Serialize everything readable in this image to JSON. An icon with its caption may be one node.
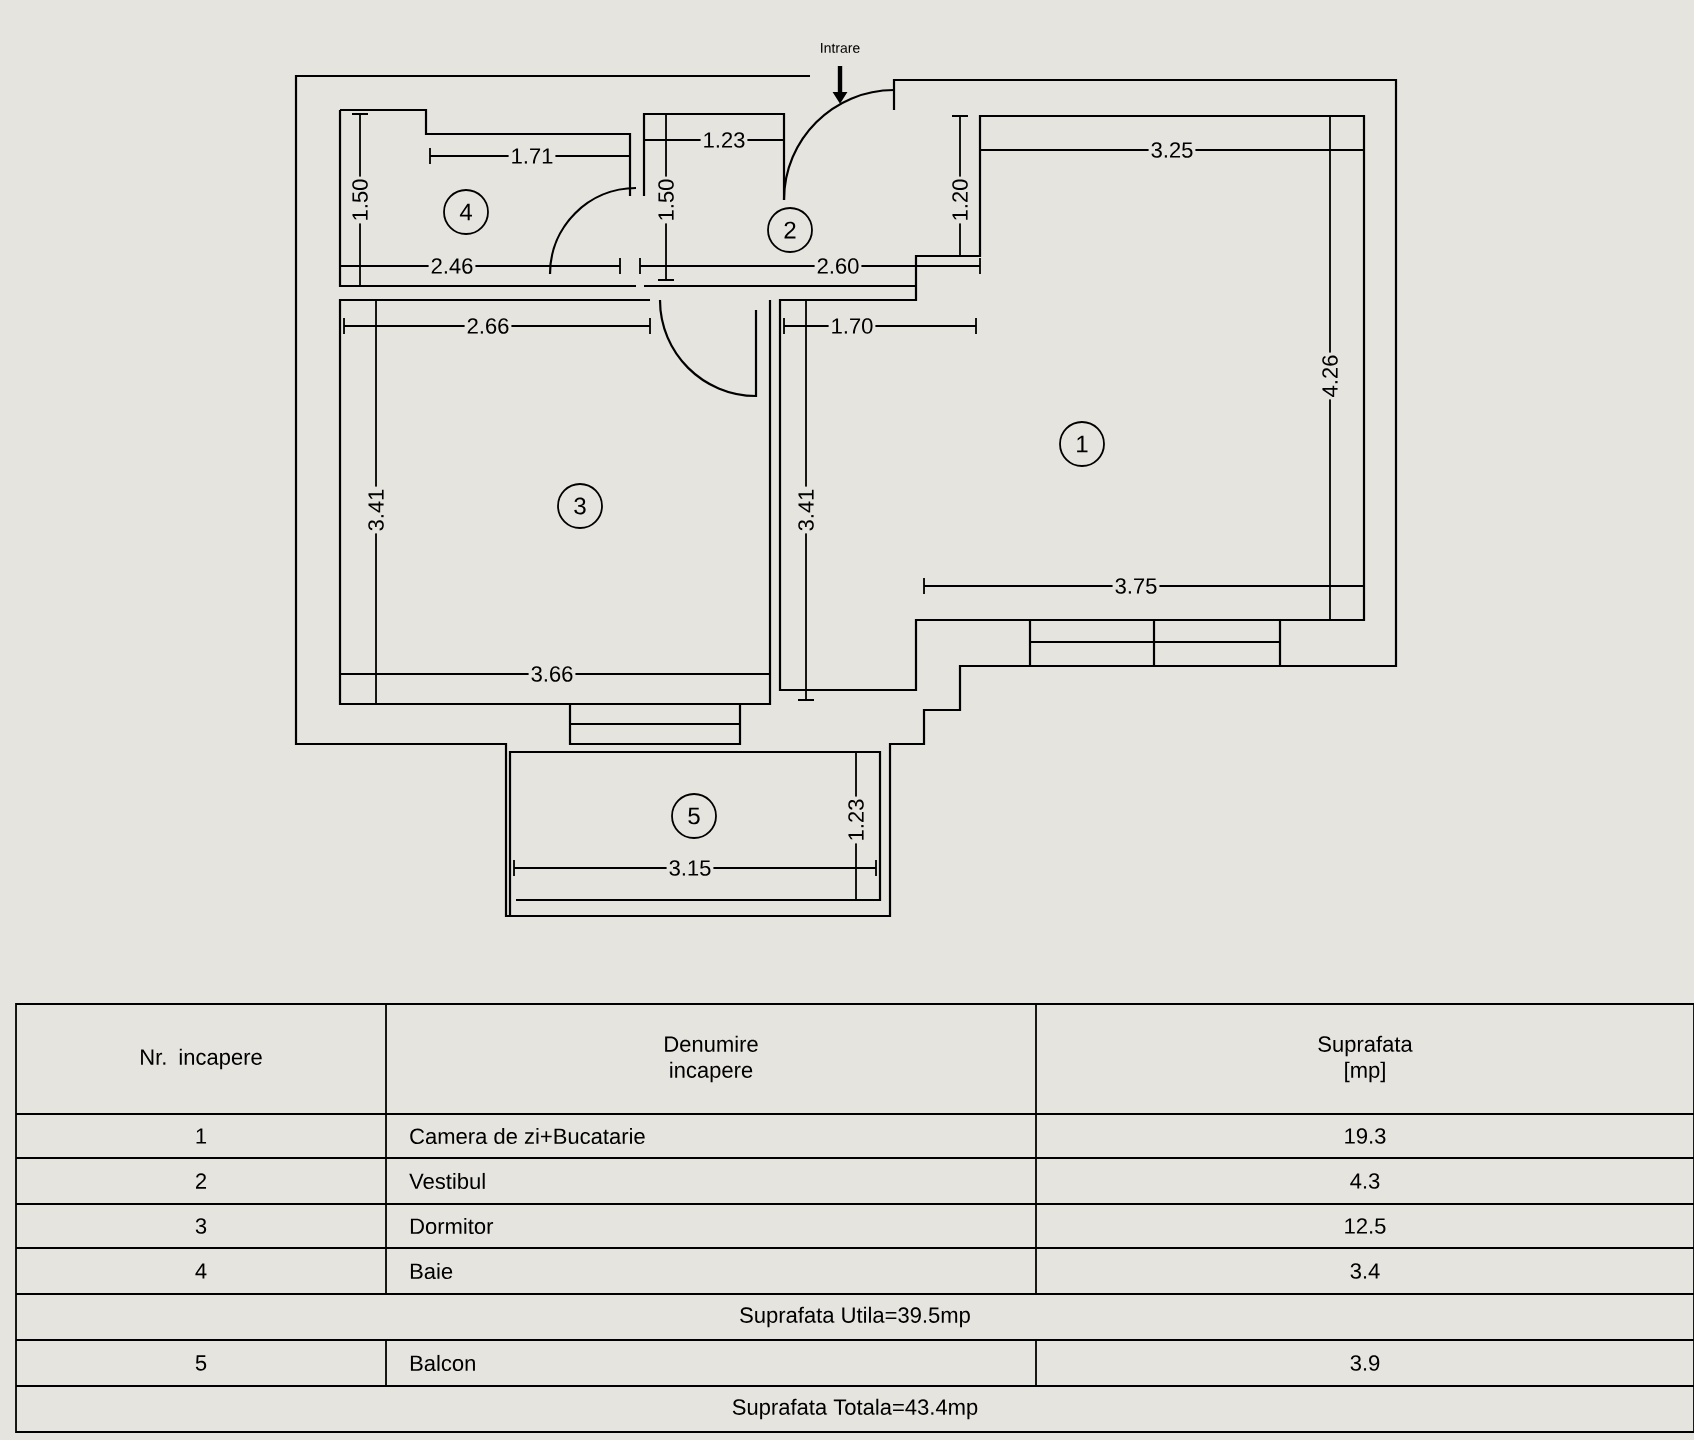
{
  "diagram": {
    "nodes": [
      {
        "text": [
          "1"
        ]
      },
      {
        "text": [
          "2"
        ]
      },
      {
        "text": [
          "3"
        ]
      },
      {
        "text": [
          "4"
        ]
      },
      {
        "text": [
          "5"
        ]
      }
    ],
    "labels": [
      "Intrare",
      "1.71",
      "1.23",
      "3.25",
      "1.50",
      "1.50",
      "1.20",
      "2.46",
      "2.60",
      "2.66",
      "1.70",
      "4.26",
      "3.41",
      "3.41",
      "3.75",
      "3.66",
      "1.23",
      "3.15",
      "Nr. incapere",
      "Denumire incapere",
      "Suprafata [mp]",
      "1",
      "Camera de zi+Bucatarie",
      "19.3",
      "2",
      "Vestibul",
      "4.3",
      "3",
      "Dormitor",
      "12.5",
      "4",
      "Baie",
      "3.4",
      "Suprafata Utila=39.5mp",
      "5",
      "Balcon",
      "3.9",
      "Suprafata Totala=43.4mp"
    ]
  }
}
